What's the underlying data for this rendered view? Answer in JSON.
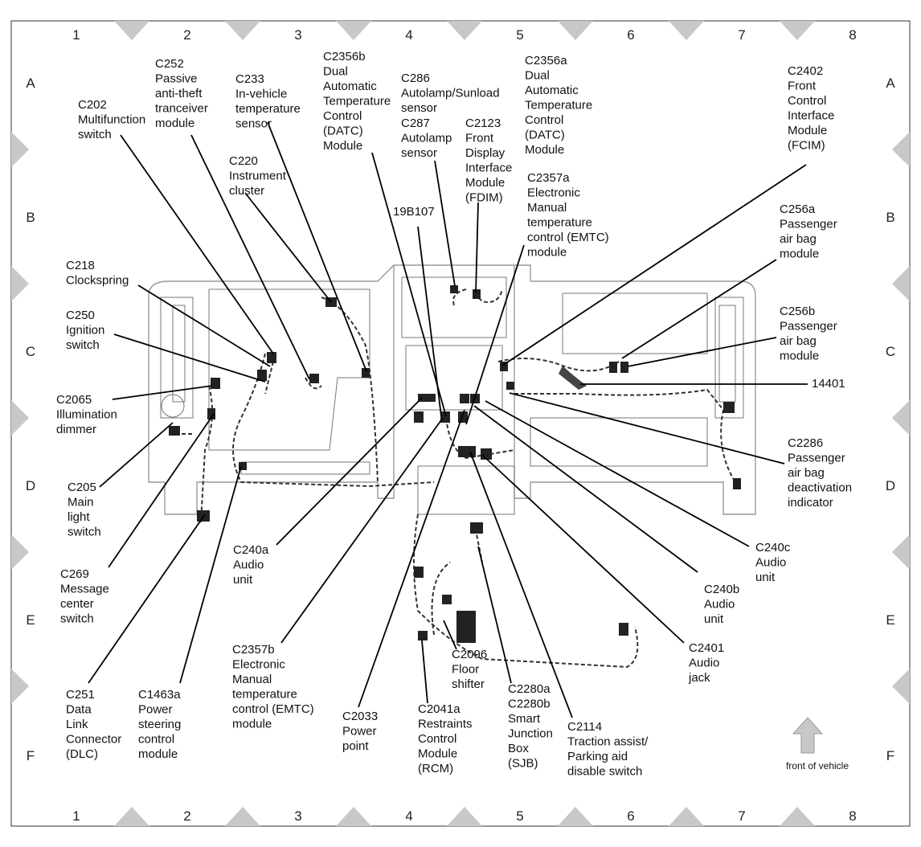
{
  "grid": {
    "columns": [
      "1",
      "2",
      "3",
      "4",
      "5",
      "6",
      "7",
      "8"
    ],
    "rows": [
      "A",
      "B",
      "C",
      "D",
      "E",
      "F"
    ]
  },
  "labels": [
    {
      "id": "c202",
      "lines": [
        "C202",
        "Multifunction",
        "switch"
      ]
    },
    {
      "id": "c252",
      "lines": [
        "C252",
        "Passive",
        "anti-theft",
        "tranceiver",
        "module"
      ]
    },
    {
      "id": "c233",
      "lines": [
        "C233",
        "In-vehicle",
        "temperature",
        "sensor"
      ]
    },
    {
      "id": "c220",
      "lines": [
        "C220",
        "Instrument",
        "cluster"
      ]
    },
    {
      "id": "c2356b",
      "lines": [
        "C2356b",
        "Dual",
        "Automatic",
        "Temperature",
        "Control",
        "(DATC)",
        "Module"
      ]
    },
    {
      "id": "c286",
      "lines": [
        "C286",
        "Autolamp/Sunload",
        "sensor"
      ]
    },
    {
      "id": "c287",
      "lines": [
        "C287",
        "Autolamp",
        "sensor"
      ]
    },
    {
      "id": "c2123",
      "lines": [
        "C2123",
        "Front",
        "Display",
        "Interface",
        "Module",
        "(FDIM)"
      ]
    },
    {
      "id": "19b107",
      "lines": [
        "19B107"
      ]
    },
    {
      "id": "c2356a",
      "lines": [
        "C2356a",
        "Dual",
        "Automatic",
        "Temperature",
        "Control",
        "(DATC)",
        "Module"
      ]
    },
    {
      "id": "c2357a",
      "lines": [
        "C2357a",
        "Electronic",
        "Manual",
        "temperature",
        "control (EMTC)",
        "module"
      ]
    },
    {
      "id": "c2402",
      "lines": [
        "C2402",
        "Front",
        "Control",
        "Interface",
        "Module",
        "(FCIM)"
      ]
    },
    {
      "id": "c256a",
      "lines": [
        "C256a",
        "Passenger",
        "air bag",
        "module"
      ]
    },
    {
      "id": "c256b",
      "lines": [
        "C256b",
        "Passenger",
        "air bag",
        "module"
      ]
    },
    {
      "id": "14401",
      "lines": [
        "14401"
      ]
    },
    {
      "id": "c2286",
      "lines": [
        "C2286",
        "Passenger",
        "air bag",
        "deactivation",
        "indicator"
      ]
    },
    {
      "id": "c240c",
      "lines": [
        "C240c",
        "Audio",
        "unit"
      ]
    },
    {
      "id": "c240b",
      "lines": [
        "C240b",
        "Audio",
        "unit"
      ]
    },
    {
      "id": "c2401",
      "lines": [
        "C2401",
        "Audio",
        "jack"
      ]
    },
    {
      "id": "c2114",
      "lines": [
        "C2114",
        "Traction assist/",
        "Parking aid",
        "disable switch"
      ]
    },
    {
      "id": "c2280",
      "lines": [
        "C2280a",
        "C2280b",
        "Smart",
        "Junction",
        "Box",
        "(SJB)"
      ]
    },
    {
      "id": "c2096",
      "lines": [
        "C2096",
        "Floor",
        "shifter"
      ]
    },
    {
      "id": "c2041a",
      "lines": [
        "C2041a",
        "Restraints",
        "Control",
        "Module",
        "(RCM)"
      ]
    },
    {
      "id": "c2033",
      "lines": [
        "C2033",
        "Power",
        "point"
      ]
    },
    {
      "id": "c2357b",
      "lines": [
        "C2357b",
        "Electronic",
        "Manual",
        "temperature",
        "control (EMTC)",
        "module"
      ]
    },
    {
      "id": "c240a",
      "lines": [
        "C240a",
        "Audio",
        "unit"
      ]
    },
    {
      "id": "c1463a",
      "lines": [
        "C1463a",
        "Power",
        "steering",
        "control",
        "module"
      ]
    },
    {
      "id": "c251",
      "lines": [
        "C251",
        "Data",
        "Link",
        "Connector",
        "(DLC)"
      ]
    },
    {
      "id": "c269",
      "lines": [
        "C269",
        "Message",
        "center",
        "switch"
      ]
    },
    {
      "id": "c205",
      "lines": [
        "C205",
        "Main",
        "light",
        "switch"
      ]
    },
    {
      "id": "c2065",
      "lines": [
        "C2065",
        "Illumination",
        "dimmer"
      ]
    },
    {
      "id": "c250",
      "lines": [
        "C250",
        "Ignition",
        "switch"
      ]
    },
    {
      "id": "c218",
      "lines": [
        "C218",
        "Clockspring"
      ]
    }
  ],
  "front_indicator": {
    "label": "front of vehicle",
    "icon": "up-arrow-icon",
    "color": "#c8c8c8"
  }
}
